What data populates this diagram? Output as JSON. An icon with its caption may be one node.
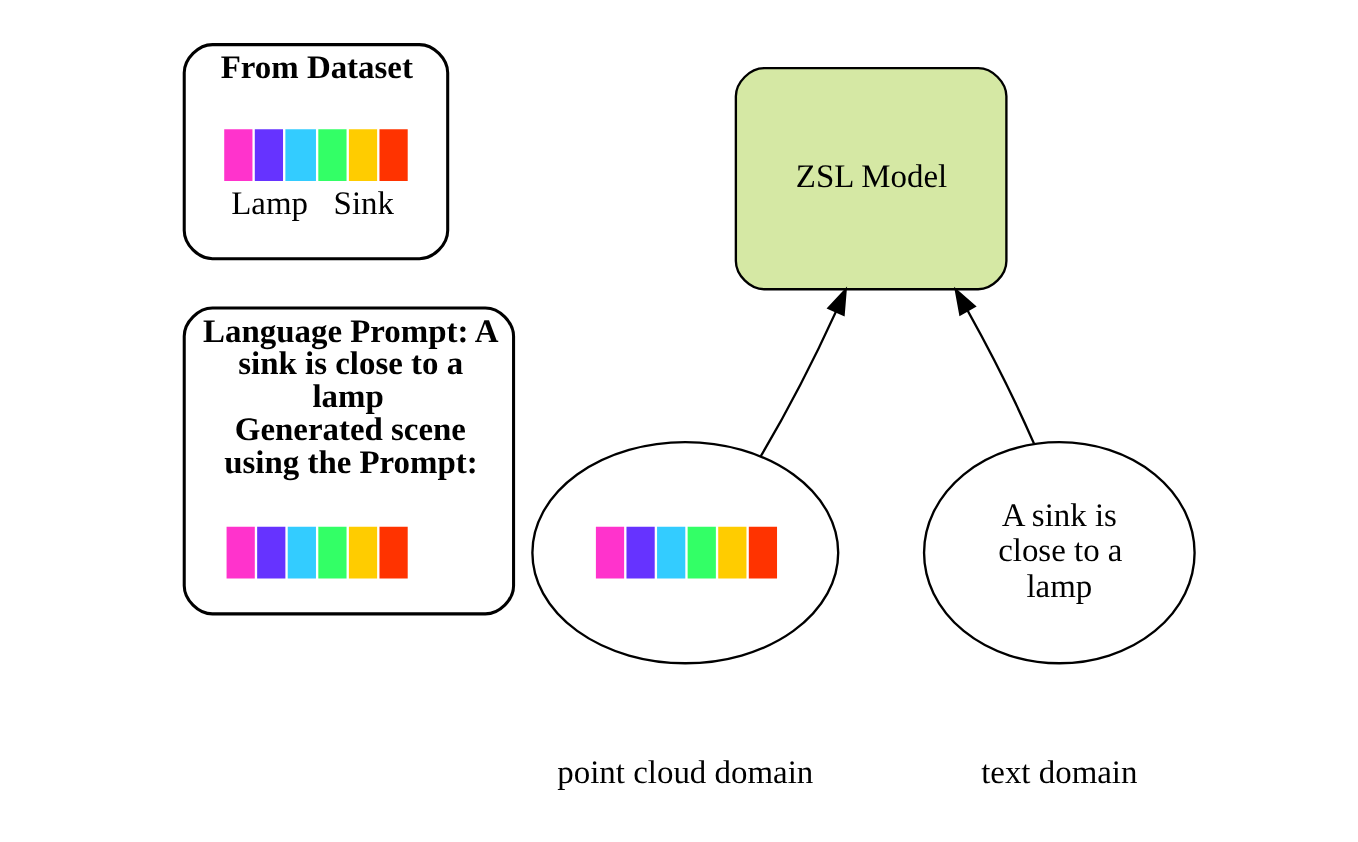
{
  "diagram": {
    "nodes": [
      {
        "text": [
          "From Dataset"
        ]
      },
      {
        "text": [],
        "shape": "picture",
        "in": 0,
        "beside": [
          "Lamp",
          "Sink"
        ]
      },
      {
        "text": [
          "Language Prompt: A sink is close to a lamp",
          "Generated scene using the Prompt:"
        ]
      },
      {
        "text": [],
        "shape": "picture",
        "in": 2
      },
      {
        "text": [
          "ZSL Model"
        ]
      },
      {
        "text": [],
        "shape": "ellipse",
        "beside": [
          "point cloud domain"
        ]
      },
      {
        "text": [
          "A sink is close to a lamp"
        ],
        "beside": [
          "text domain"
        ]
      }
    ],
    "edges": [
      {
        "from": 5,
        "to": 4,
        "arrow": "to"
      },
      {
        "from": 6,
        "to": 4,
        "arrow": "to"
      }
    ]
  }
}
